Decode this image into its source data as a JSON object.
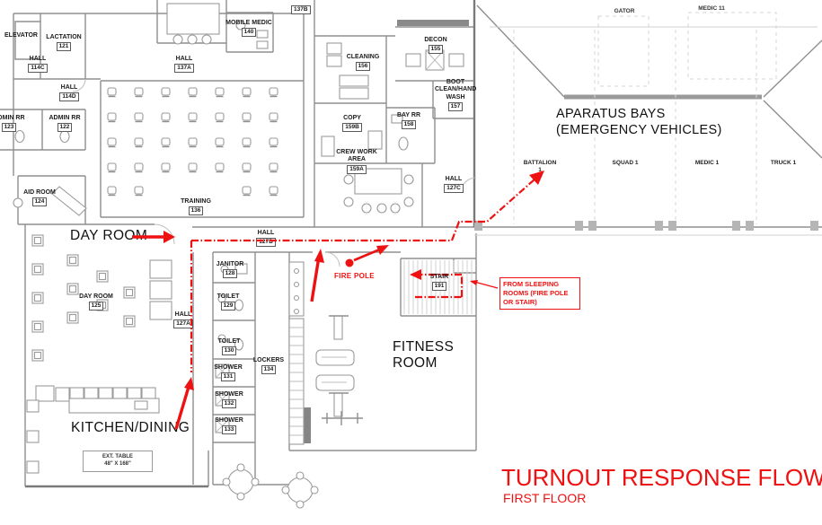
{
  "title": {
    "main": "TURNOUT RESPONSE FLOW",
    "sub": "FIRST FLOOR"
  },
  "colors": {
    "flow_red": "#ee1111",
    "wall_gray": "#8f8f8f"
  },
  "annotation": {
    "text": "FROM SLEEPING ROOMS (FIRE POLE OR STAIR)"
  },
  "labels": {
    "day_room": "DAY ROOM",
    "kitchen_dining": "KITCHEN/DINING",
    "fitness_line1": "FITNESS",
    "fitness_line2": "ROOM",
    "bays_line1": "APARATUS BAYS",
    "bays_line2": "(EMERGENCY VEHICLES)",
    "fire_pole": "FIRE POLE",
    "gator": "GATOR",
    "medic11": "MEDIC 11",
    "hall_tag_137b": "137B",
    "ext_table_line1": "EXT. TABLE",
    "ext_table_line2": "48\" X 168\""
  },
  "bays": [
    {
      "name": "BATTALION",
      "unit": "1"
    },
    {
      "name": "SQUAD 1",
      "unit": ""
    },
    {
      "name": "MEDIC 1",
      "unit": ""
    },
    {
      "name": "TRUCK 1",
      "unit": ""
    }
  ],
  "rooms": [
    {
      "name": "ELEVATOR",
      "number": ""
    },
    {
      "name": "LACTATION",
      "number": "121"
    },
    {
      "name": "HALL",
      "number": "114C"
    },
    {
      "name": "HALL",
      "number": "137A"
    },
    {
      "name": "HALL",
      "number": "114D"
    },
    {
      "name": "ADMIN RR",
      "number": "123"
    },
    {
      "name": "ADMIN RR",
      "number": "122"
    },
    {
      "name": "MOBILE MEDIC",
      "number": "140"
    },
    {
      "name": "CLEANING",
      "number": "156"
    },
    {
      "name": "DECON",
      "number": "155"
    },
    {
      "name": "BOOT CLEAN/HAND WASH",
      "number": "157"
    },
    {
      "name": "COPY",
      "number": "159B"
    },
    {
      "name": "BAY RR",
      "number": "158"
    },
    {
      "name": "CREW WORK AREA",
      "number": "159A"
    },
    {
      "name": "HALL",
      "number": "127C"
    },
    {
      "name": "TRAINING",
      "number": "136"
    },
    {
      "name": "AID ROOM",
      "number": "124"
    },
    {
      "name": "DAY ROOM",
      "number": "125"
    },
    {
      "name": "HALL",
      "number": "127B"
    },
    {
      "name": "JANITOR",
      "number": "128"
    },
    {
      "name": "TOILET",
      "number": "129"
    },
    {
      "name": "TOILET",
      "number": "130"
    },
    {
      "name": "SHOWER",
      "number": "131"
    },
    {
      "name": "SHOWER",
      "number": "132"
    },
    {
      "name": "SHOWER",
      "number": "133"
    },
    {
      "name": "LOCKERS",
      "number": "134"
    },
    {
      "name": "HALL",
      "number": "127A"
    },
    {
      "name": "STAIR",
      "number": "191"
    }
  ]
}
